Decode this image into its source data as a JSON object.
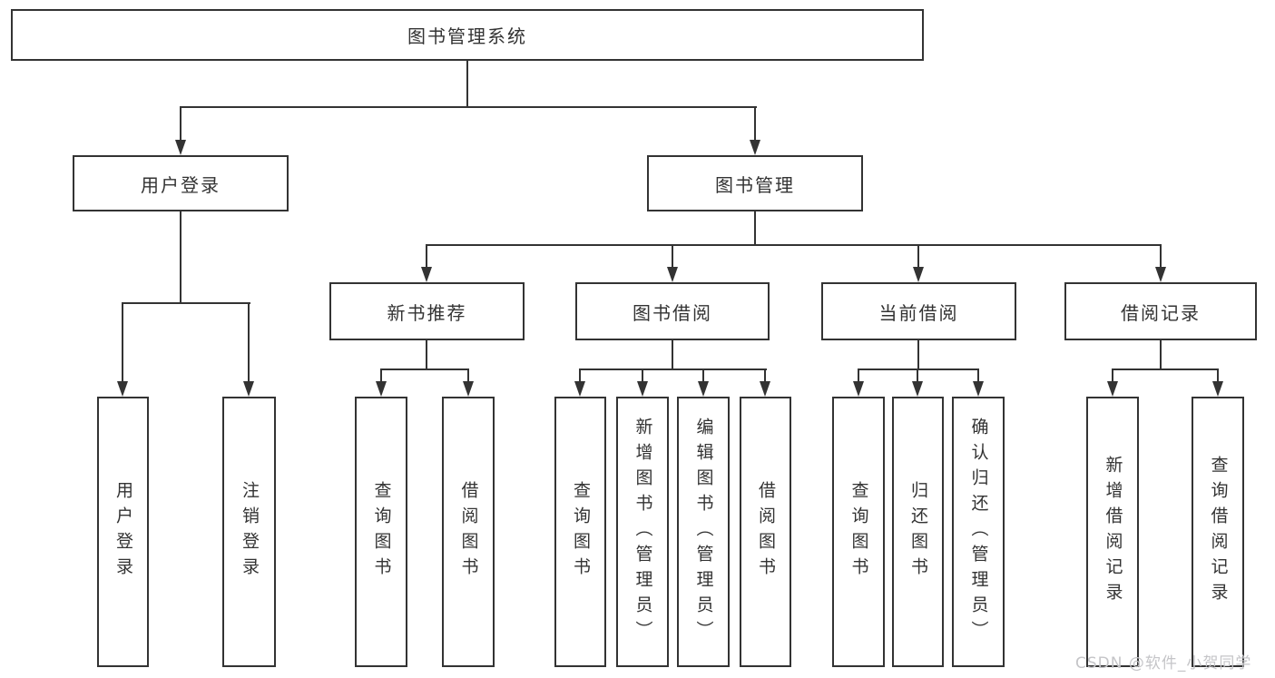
{
  "tree": {
    "label": "图书管理系统",
    "children": [
      {
        "label": "用户登录",
        "children": [
          {
            "label": "用户登录"
          },
          {
            "label": "注销登录"
          }
        ]
      },
      {
        "label": "图书管理",
        "children": [
          {
            "label": "新书推荐",
            "children": [
              {
                "label": "查询图书"
              },
              {
                "label": "借阅图书"
              }
            ]
          },
          {
            "label": "图书借阅",
            "children": [
              {
                "label": "查询图书"
              },
              {
                "label": "新增图书（管理员）"
              },
              {
                "label": "编辑图书（管理员）"
              },
              {
                "label": "借阅图书"
              }
            ]
          },
          {
            "label": "当前借阅",
            "children": [
              {
                "label": "查询图书"
              },
              {
                "label": "归还图书"
              },
              {
                "label": "确认归还（管理员）"
              }
            ]
          },
          {
            "label": "借阅记录",
            "children": [
              {
                "label": "新增借阅记录"
              },
              {
                "label": "查询借阅记录"
              }
            ]
          }
        ]
      }
    ]
  },
  "watermark": "CSDN @软件_小贺同学",
  "colors": {
    "line": "#333333",
    "box_border": "#333333",
    "text": "#333333",
    "background": "#ffffff",
    "watermark": "#c5c5c8"
  }
}
